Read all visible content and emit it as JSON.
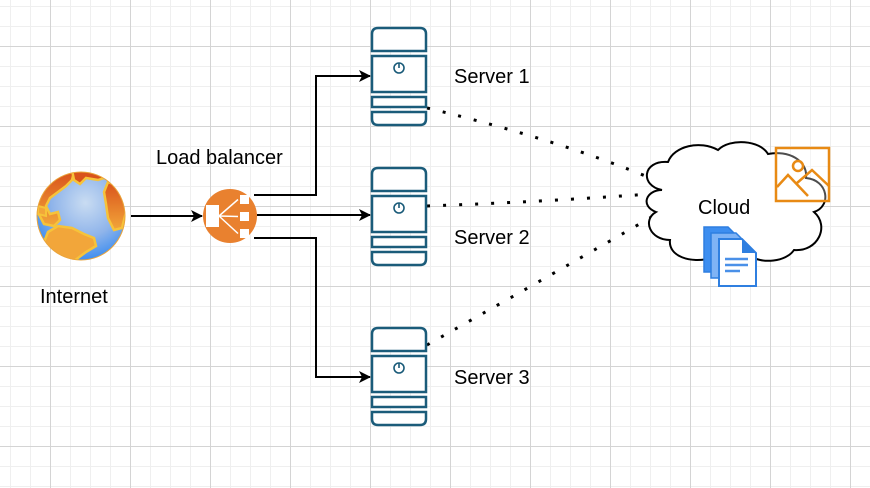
{
  "diagram": {
    "title": "Load balancing architecture",
    "nodes": {
      "internet": {
        "label": "Internet",
        "icon": "globe-icon"
      },
      "load_balancer": {
        "label": "Load balancer",
        "icon": "load-balancer-icon",
        "color": "#E9812F"
      },
      "server1": {
        "label": "Server 1",
        "icon": "server-icon"
      },
      "server2": {
        "label": "Server 2",
        "icon": "server-icon"
      },
      "server3": {
        "label": "Server 3",
        "icon": "server-icon"
      },
      "cloud": {
        "label": "Cloud",
        "icon": "cloud-icon"
      },
      "image_asset": {
        "icon": "image-icon",
        "color": "#E88A14"
      },
      "document_asset": {
        "icon": "documents-icon",
        "color": "#2F7FE0"
      }
    },
    "edges": [
      {
        "from": "internet",
        "to": "load_balancer",
        "style": "solid-arrow"
      },
      {
        "from": "load_balancer",
        "to": "server1",
        "style": "solid-arrow"
      },
      {
        "from": "load_balancer",
        "to": "server2",
        "style": "solid-arrow"
      },
      {
        "from": "load_balancer",
        "to": "server3",
        "style": "solid-arrow"
      },
      {
        "from": "server1",
        "to": "cloud",
        "style": "dotted"
      },
      {
        "from": "server2",
        "to": "cloud",
        "style": "dotted"
      },
      {
        "from": "server3",
        "to": "cloud",
        "style": "dotted"
      }
    ],
    "colors": {
      "server_stroke": "#1B5C7A",
      "edge": "#000000"
    }
  }
}
